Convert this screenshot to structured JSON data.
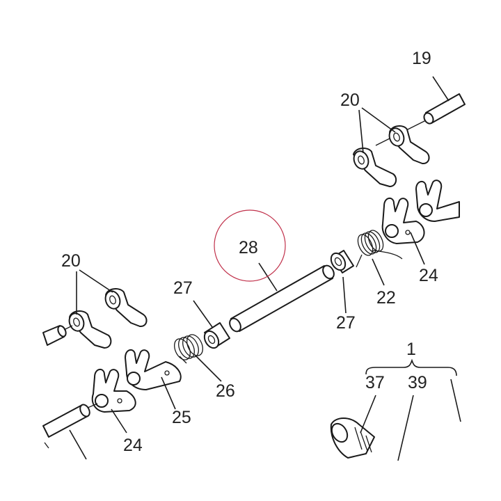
{
  "labels": {
    "p19": "19",
    "p20_top": "20",
    "p20_left": "20",
    "p28": "28",
    "p27_left": "27",
    "p27_right": "27",
    "p22": "22",
    "p24_right": "24",
    "p24_left": "24",
    "p25": "25",
    "p26": "26",
    "p1": "1",
    "p37": "37",
    "p39": "39"
  },
  "highlight_color": "#c0304a"
}
